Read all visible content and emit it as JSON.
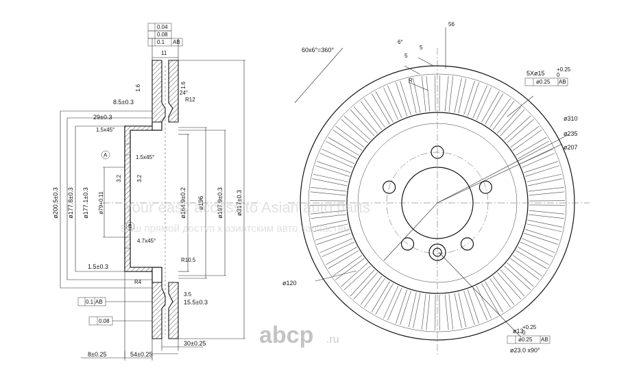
{
  "section": {
    "tolerances": [
      "0.04",
      "0.08",
      "0.1",
      "AB"
    ],
    "width_top": "11",
    "surface_left": "1.6",
    "surface_right": "1.6",
    "angle": "24°",
    "d_8_5": "8.5±0.3",
    "r12": "R12",
    "d_29": "29±0.3",
    "chamfer_top": "1.5x45°",
    "chamfer_mid": "1.5x45°",
    "datum_a": "A",
    "datum_b": "B",
    "rough_a": "3.2",
    "rough_b": "3.2",
    "chamfer_bot": "4.7x45°",
    "d_200": "ø200.5±0.3",
    "d_177_8": "ø177.8±0.3",
    "d_177_1": "ø177.1±0.3",
    "d_79": "ø79+0.11",
    "d_79_tol": "0",
    "d_164": "ø164.9±0.2",
    "d_196": "ø196",
    "d_197": "ø197.9±0.3",
    "d_317": "ø317±0.3",
    "d_1_5": "1.5±0.3",
    "r10_5": "R10.5",
    "r4": "R4",
    "d_3_5": "3.5",
    "d_15_5": "15.5±0.3",
    "runout_val": "0.1",
    "runout_ref": "AB",
    "flat_val": "0.08",
    "d_8": "8±0.25",
    "d_54": "54±0.25",
    "d_30": "30±0.25"
  },
  "face": {
    "angle_note": "60x6°=360°",
    "a6": "6°",
    "a5a": "5",
    "a5b": "5",
    "a56": "56",
    "r_label": "R",
    "holes_top": "5Xø15",
    "holes_top_tol": "+0.25",
    "holes_top_tol0": "0",
    "pos_top": "ø0.25",
    "pos_top_ref": "AB",
    "d310": "ø310",
    "d235": "ø235",
    "d207": "ø207",
    "d120": "ø120",
    "hole_bot": "ø13",
    "hole_bot_tol": "+0.25",
    "hole_bot_tol0": "0",
    "pos_bot": "ø0.25",
    "pos_bot_ref": "AB",
    "chamfer": "ø23.0 x90°"
  },
  "watermark": {
    "line1": "Your easy access to Asian auto parts",
    "line2": "Ваш прямой доступ к азиатским авто запчастям",
    "logo": "abcp",
    "logo_suffix": ".ru"
  }
}
